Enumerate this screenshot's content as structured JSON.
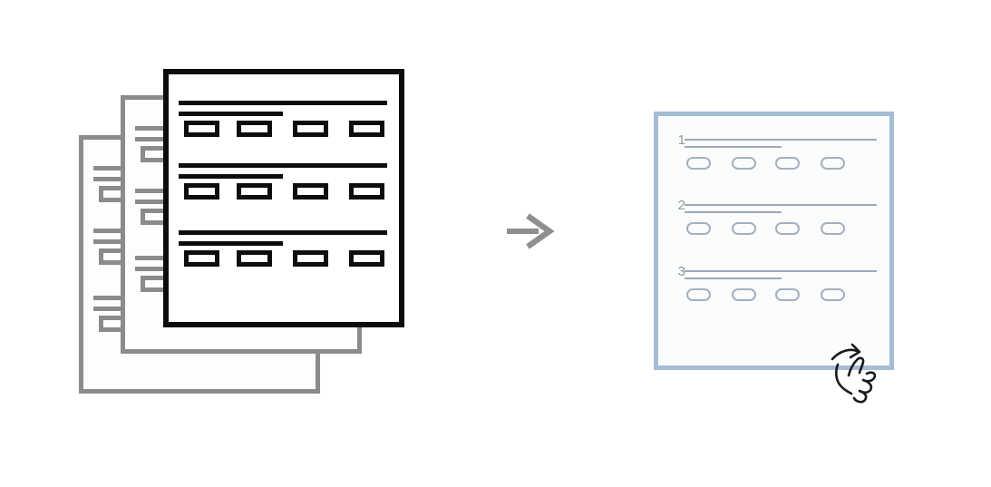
{
  "colors": {
    "background": "#ffffff",
    "front_page_ink": "#0d0d0d",
    "gray_page_ink": "#8b8b8b",
    "transition_arrow": "#8f8f8f",
    "panel_border": "#a4bdd4",
    "panel_line": "#9aa9ba",
    "panel_pill_outline": "#a2b0c2",
    "panel_number_text": "#8d98a5",
    "gesture_ink": "#1a1a1a"
  },
  "left_stack": {
    "pages": [
      {
        "name": "back-page",
        "tone": "gray",
        "question_blocks": 3,
        "options_per_block": 4
      },
      {
        "name": "middle-page",
        "tone": "gray",
        "question_blocks": 3,
        "options_per_block": 4
      },
      {
        "name": "front-page",
        "tone": "black",
        "question_blocks": 3,
        "options_per_block": 4
      }
    ]
  },
  "transition": {
    "icon": "right-arrow-icon"
  },
  "right_panel": {
    "questions": [
      {
        "number": "1",
        "options": 4
      },
      {
        "number": "2",
        "options": 4
      },
      {
        "number": "3",
        "options": 4
      }
    ],
    "gesture_icon": "swipe-tap-hand-icon"
  }
}
